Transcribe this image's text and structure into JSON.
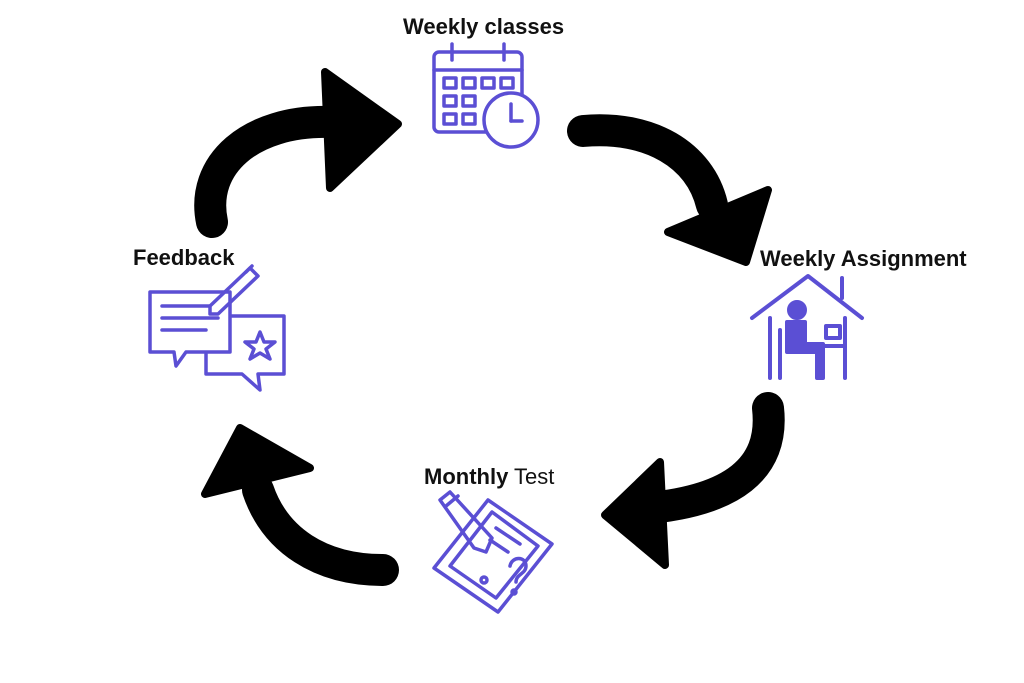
{
  "colors": {
    "icon": "#5B4FD4",
    "arrow": "#000000",
    "background": "#ffffff"
  },
  "nodes": {
    "weekly_classes": {
      "label": "Weekly classes",
      "icon": "calendar-clock-icon"
    },
    "weekly_assignment": {
      "label": "Weekly Assignment",
      "icon": "home-study-icon"
    },
    "monthly_test": {
      "label_bold": "Monthly",
      "label_rest": " Test",
      "icon": "test-paper-pencil-icon"
    },
    "feedback": {
      "label": "Feedback",
      "icon": "feedback-chat-icon"
    }
  },
  "cycle_order": [
    "weekly_classes",
    "weekly_assignment",
    "monthly_test",
    "feedback"
  ]
}
